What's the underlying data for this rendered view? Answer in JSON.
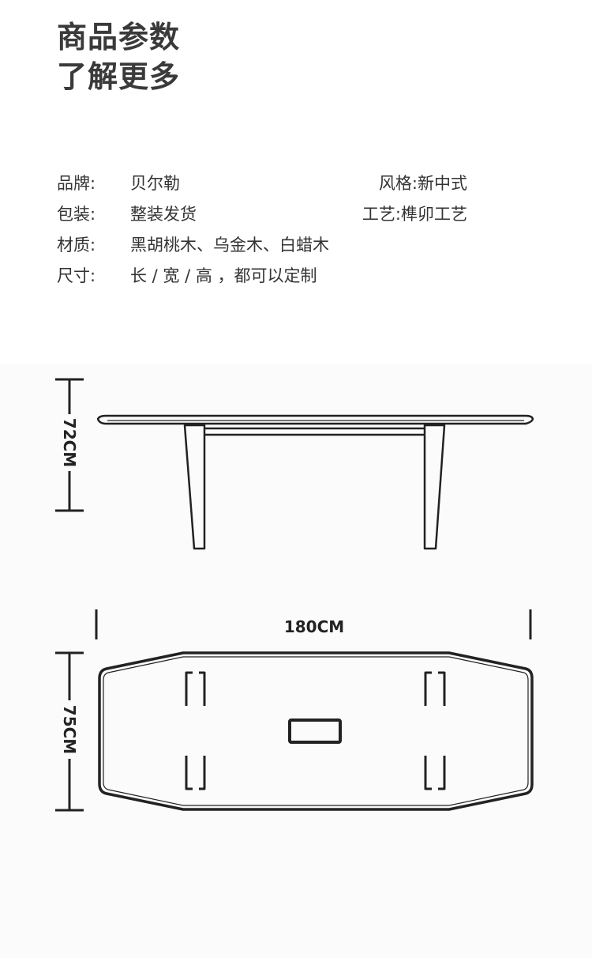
{
  "header": {
    "title_line1": "商品参数",
    "title_line2": "了解更多"
  },
  "specs": [
    {
      "label": "品牌:",
      "value": "贝尔勒",
      "right": "风格:新中式"
    },
    {
      "label": "包装:",
      "value": "整装发货",
      "right": "工艺:榫卯工艺"
    },
    {
      "label": "材质:",
      "value": "黑胡桃木、乌金木、白蜡木",
      "right": ""
    },
    {
      "label": "尺寸:",
      "value": "长 / 宽 / 高 ，都可以定制",
      "right": ""
    }
  ],
  "drawing": {
    "height_label": "72CM",
    "length_label": "180CM",
    "width_label": "75CM",
    "line_color": "#222222"
  }
}
